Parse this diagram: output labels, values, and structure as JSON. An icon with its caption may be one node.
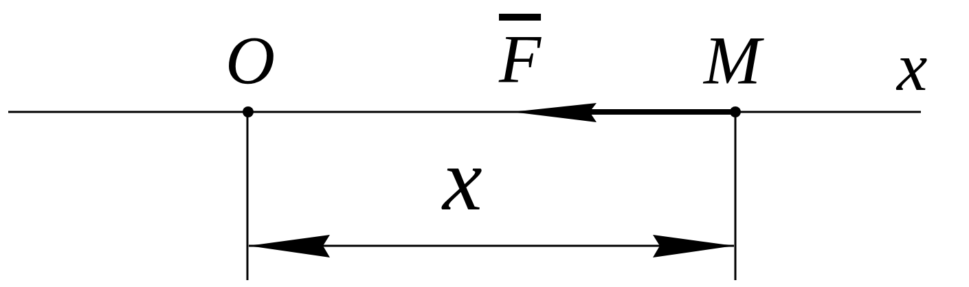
{
  "diagram": {
    "labels": [
      "O",
      "F",
      "M",
      "x",
      "x"
    ]
  }
}
